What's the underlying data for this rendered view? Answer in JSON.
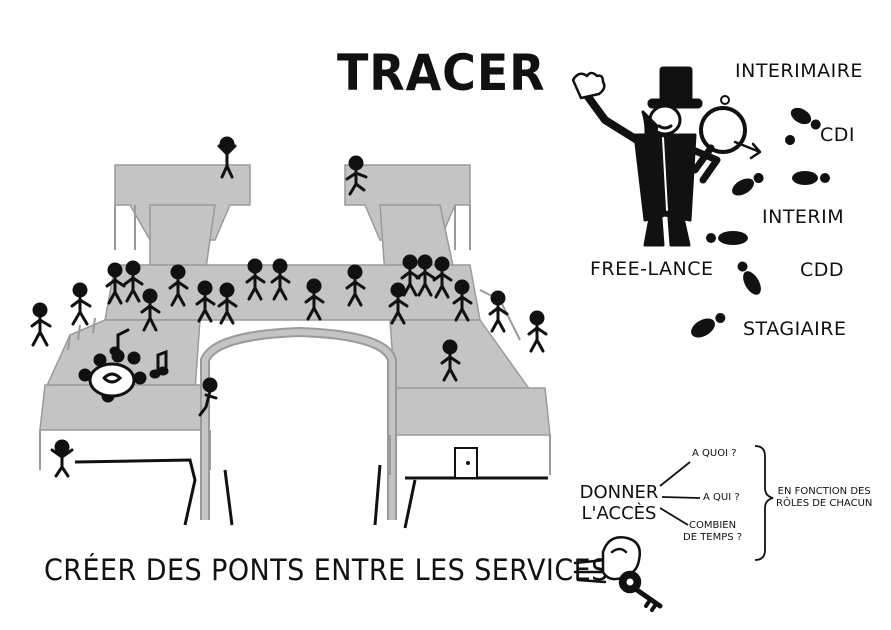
{
  "title": "TRACER",
  "status_words": {
    "interimaire": "INTERIMAIRE",
    "cdi": "CDI",
    "interim": "INTERIM",
    "free_lance": "FREE-LANCE",
    "cdd": "CDD",
    "stagiaire": "STAGIAIRE"
  },
  "bottom_caption": "CRÉER DES PONTS ENTRE LES SERVICES",
  "access": {
    "donner_line1": "DONNER",
    "donner_line2": "L'ACCÈS",
    "q1": "A QUOI ?",
    "q2": "A QUI ?",
    "q3_line1": "COMBIEN",
    "q3_line2": "DE TEMPS ?",
    "note_line1": "EN FONCTION DES",
    "note_line2": "RÔLES DE CHACUN"
  },
  "colors": {
    "ink": "#111111",
    "bridge": "#c4c4c4",
    "bridge_edge": "#9a9a9a"
  },
  "icons": [
    "detective-icon",
    "magnifier-icon",
    "footprint-icon",
    "hand-key-icon",
    "music-note-icon",
    "person-icon"
  ]
}
